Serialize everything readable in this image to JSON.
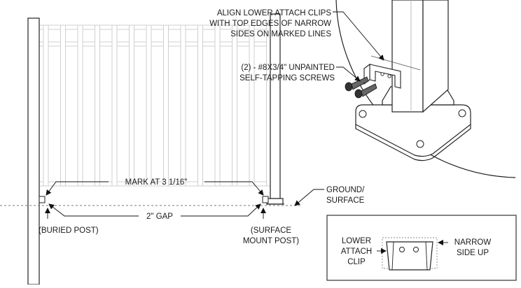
{
  "callouts": {
    "align_clips": [
      "ALIGN LOWER ATTACH CLIPS",
      "WITH TOP EDGES OF NARROW",
      "SIDES ON MARKED LINES"
    ],
    "screws": [
      "(2) - #8X3/4\" UNPAINTED",
      "SELF-TAPPING SCREWS"
    ],
    "mark": "MARK AT 3 1/16\"",
    "gap": "2\" GAP",
    "ground": [
      "GROUND/",
      "SURFACE"
    ],
    "buried_post": "(BURIED POST)",
    "surface_post": [
      "(SURFACE",
      "MOUNT POST)"
    ]
  },
  "inset": {
    "clip_label": [
      "LOWER",
      "ATTACH",
      "CLIP"
    ],
    "side_label": [
      "NARROW",
      "SIDE UP"
    ]
  }
}
